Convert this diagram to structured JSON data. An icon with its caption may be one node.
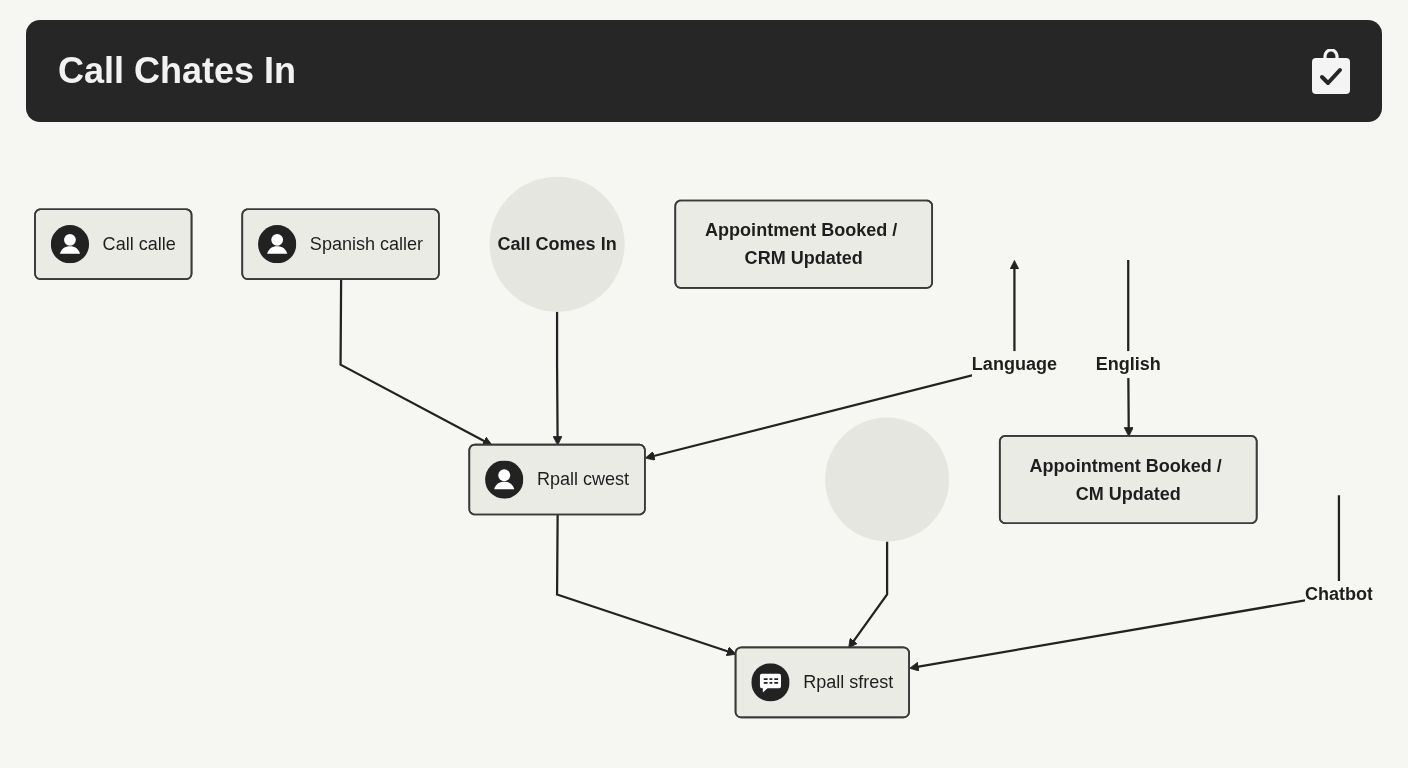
{
  "diagram": {
    "title": "Call Chates In",
    "nodes": [
      {
        "text": [
          "Call calle"
        ]
      },
      {
        "text": [
          "Spanish caller"
        ]
      },
      {
        "text": [
          "Call Comes In"
        ]
      },
      {
        "text": [
          "Rpall cwest"
        ]
      },
      {
        "text": [],
        "shape": "circle"
      },
      {
        "text": [
          "Rpall sfrest"
        ]
      },
      {
        "text": [
          "Appointment Booked / CRM Updated"
        ]
      },
      {
        "text": [
          "Appointment Booked / CM Updated"
        ]
      }
    ],
    "edges": [
      {
        "from": 1,
        "to": 3,
        "arrow": "to"
      },
      {
        "from": 2,
        "to": 3,
        "arrow": "to"
      },
      {
        "from": 3,
        "to": 5,
        "arrow": "to"
      },
      {
        "from": 4,
        "to": 5,
        "arrow": "to"
      },
      {
        "from": null,
        "to": 3,
        "arrow": "both",
        "label": "Language"
      },
      {
        "from": null,
        "to": 5,
        "arrow": "to",
        "label": "Chatbot"
      },
      {
        "from": null,
        "to": 7,
        "arrow": "to",
        "label": "English"
      }
    ]
  }
}
